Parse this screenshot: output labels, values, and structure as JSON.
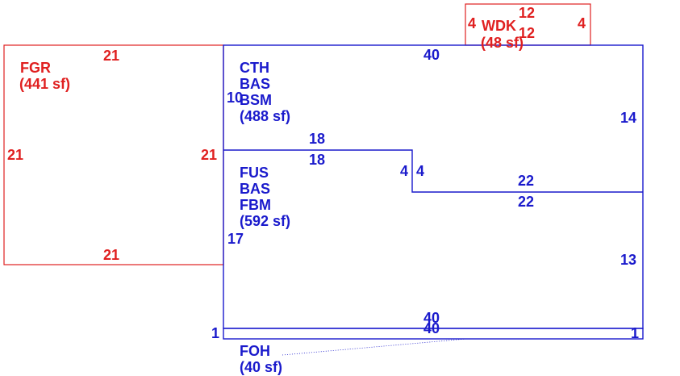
{
  "colors": {
    "garage": "#e02020",
    "deck": "#e02020",
    "house": "#1a1acc"
  },
  "areas": {
    "fgr": {
      "code": "FGR",
      "area": "(441 sf)",
      "dims": {
        "top": "21",
        "bottom": "21",
        "left": "21",
        "right": "21"
      }
    },
    "wdk": {
      "code": "WDK",
      "area": "(48 sf)",
      "dims": {
        "top": "12",
        "bottom": "12",
        "left": "4",
        "right": "4"
      }
    },
    "cth": {
      "codes": [
        "CTH",
        "BAS",
        "BSM"
      ],
      "area": "(488 sf)",
      "dims": {
        "top": "40",
        "left": "10",
        "right": "14"
      }
    },
    "fus": {
      "codes": [
        "FUS",
        "BAS",
        "FBM"
      ],
      "area": "(592 sf)",
      "dims": {
        "step_top": "18",
        "step_bottom": "18",
        "step_left": "4",
        "step_right": "4",
        "mid_top": "22",
        "mid_bottom": "22",
        "left": "17",
        "right": "13"
      }
    },
    "foh": {
      "code": "FOH",
      "area": "(40 sf)",
      "dims": {
        "top": "40",
        "bottom": "40",
        "left": "1",
        "right": "1"
      }
    }
  }
}
